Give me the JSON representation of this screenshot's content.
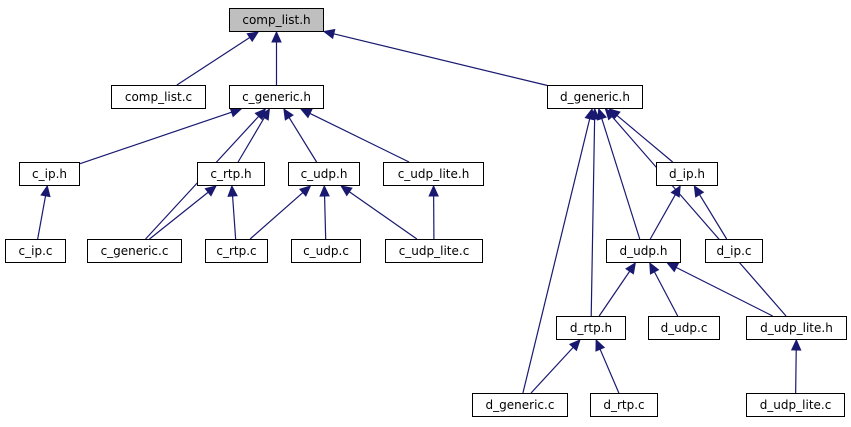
{
  "diagram": {
    "edge_color": "#191970",
    "root_fill": "#bfbfbf",
    "nodes": {
      "comp_list_h": "comp_list.h",
      "comp_list_c": "comp_list.c",
      "c_generic_h": "c_generic.h",
      "d_generic_h": "d_generic.h",
      "c_ip_h": "c_ip.h",
      "c_rtp_h": "c_rtp.h",
      "c_udp_h": "c_udp.h",
      "c_udp_lite_h": "c_udp_lite.h",
      "c_ip_c": "c_ip.c",
      "c_generic_c": "c_generic.c",
      "c_rtp_c": "c_rtp.c",
      "c_udp_c": "c_udp.c",
      "c_udp_lite_c": "c_udp_lite.c",
      "d_ip_h": "d_ip.h",
      "d_udp_h": "d_udp.h",
      "d_ip_c": "d_ip.c",
      "d_rtp_h": "d_rtp.h",
      "d_udp_c": "d_udp.c",
      "d_udp_lite_h": "d_udp_lite.h",
      "d_generic_c": "d_generic.c",
      "d_rtp_c": "d_rtp.c",
      "d_udp_lite_c": "d_udp_lite.c"
    },
    "edges": [
      [
        "comp_list_c",
        "comp_list_h"
      ],
      [
        "c_generic_h",
        "comp_list_h"
      ],
      [
        "d_generic_h",
        "comp_list_h"
      ],
      [
        "c_ip_h",
        "c_generic_h"
      ],
      [
        "c_generic_c",
        "c_generic_h"
      ],
      [
        "c_rtp_h",
        "c_generic_h"
      ],
      [
        "c_udp_h",
        "c_generic_h"
      ],
      [
        "c_udp_lite_h",
        "c_generic_h"
      ],
      [
        "c_ip_c",
        "c_ip_h"
      ],
      [
        "c_generic_c",
        "c_rtp_h"
      ],
      [
        "c_rtp_c",
        "c_rtp_h"
      ],
      [
        "c_rtp_c",
        "c_udp_h"
      ],
      [
        "c_udp_c",
        "c_udp_h"
      ],
      [
        "c_udp_lite_c",
        "c_udp_h"
      ],
      [
        "c_udp_lite_c",
        "c_udp_lite_h"
      ],
      [
        "d_generic_c",
        "d_generic_h"
      ],
      [
        "d_rtp_h",
        "d_generic_h"
      ],
      [
        "d_udp_h",
        "d_generic_h"
      ],
      [
        "d_ip_h",
        "d_generic_h"
      ],
      [
        "d_udp_lite_h",
        "d_generic_h"
      ],
      [
        "d_udp_h",
        "d_ip_h"
      ],
      [
        "d_ip_c",
        "d_ip_h"
      ],
      [
        "d_rtp_h",
        "d_udp_h"
      ],
      [
        "d_udp_c",
        "d_udp_h"
      ],
      [
        "d_udp_lite_h",
        "d_udp_h"
      ],
      [
        "d_generic_c",
        "d_rtp_h"
      ],
      [
        "d_rtp_c",
        "d_rtp_h"
      ],
      [
        "d_udp_lite_c",
        "d_udp_lite_h"
      ]
    ]
  }
}
